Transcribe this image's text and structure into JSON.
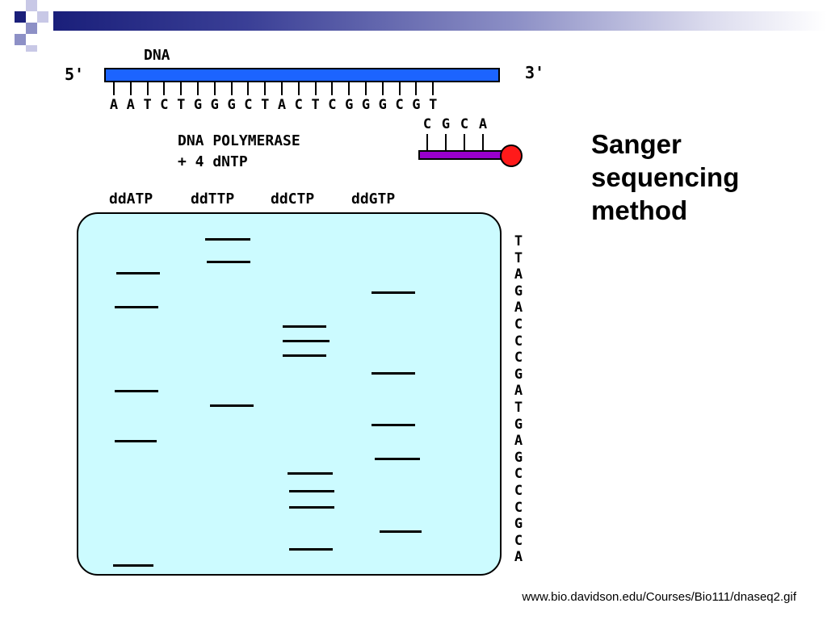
{
  "slide": {
    "title_lines": [
      "Sanger",
      "sequencing",
      "method"
    ],
    "source": "www.bio.davidson.edu/Courses/Bio111/dnaseq2.gif"
  },
  "diagram": {
    "dna_label": "DNA",
    "five_prime": "5'",
    "three_prime": "3'",
    "template_sequence": [
      "A",
      "A",
      "T",
      "C",
      "T",
      "G",
      "G",
      "G",
      "C",
      "T",
      "A",
      "C",
      "T",
      "C",
      "G",
      "G",
      "G",
      "C",
      "G",
      "T"
    ],
    "primer_sequence": [
      "C",
      "G",
      "C",
      "A"
    ],
    "polymerase_line1": "DNA POLYMERASE",
    "polymerase_line2": "+ 4 dNTP",
    "lanes": [
      "ddATP",
      "ddTTP",
      "ddCTP",
      "ddGTP"
    ],
    "read_sequence": [
      "T",
      "T",
      "A",
      "G",
      "A",
      "C",
      "C",
      "C",
      "G",
      "A",
      "T",
      "G",
      "A",
      "G",
      "C",
      "C",
      "C",
      "G",
      "C",
      "A"
    ],
    "colors": {
      "dna_strand": "#1c64ff",
      "primer": "#9900cc",
      "label_dot": "#ff1a1a",
      "gel": "#ccfbff"
    }
  }
}
